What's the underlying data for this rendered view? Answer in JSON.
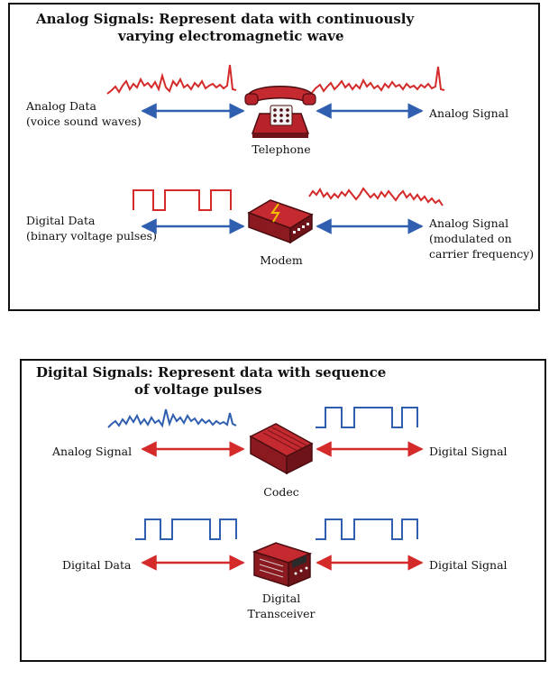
{
  "colors": {
    "analog_wave": "#d42a2a",
    "digital_wave": "#2f5fae",
    "analog_panel_arrow": "#2f5fae",
    "digital_panel_arrow": "#d42a2a",
    "device_red": "#b8222a",
    "device_dark": "#6e1418"
  },
  "analog_panel": {
    "title_line1": "Analog Signals: Represent data with continuously",
    "title_line2": "varying electromagnetic wave",
    "row1": {
      "left_line1": "Analog Data",
      "left_line2": "(voice sound waves)",
      "device_label": "Telephone",
      "right_line1": "Analog Signal",
      "device_icon": "telephone-icon"
    },
    "row2": {
      "left_line1": "Digital Data",
      "left_line2": "(binary voltage pulses)",
      "device_label": "Modem",
      "right_line1": "Analog Signal",
      "right_line2": "(modulated on",
      "right_line3": "carrier frequency)",
      "device_icon": "modem-icon"
    }
  },
  "digital_panel": {
    "title_line1": "Digital Signals: Represent data with sequence",
    "title_line2": "of voltage pulses",
    "row1": {
      "left_line1": "Analog Signal",
      "device_label": "Codec",
      "right_line1": "Digital Signal",
      "device_icon": "codec-icon"
    },
    "row2": {
      "left_line1": "Digital Data",
      "device_label_line1": "Digital",
      "device_label_line2": "Transceiver",
      "right_line1": "Digital Signal",
      "device_icon": "digital-transceiver-icon"
    }
  }
}
